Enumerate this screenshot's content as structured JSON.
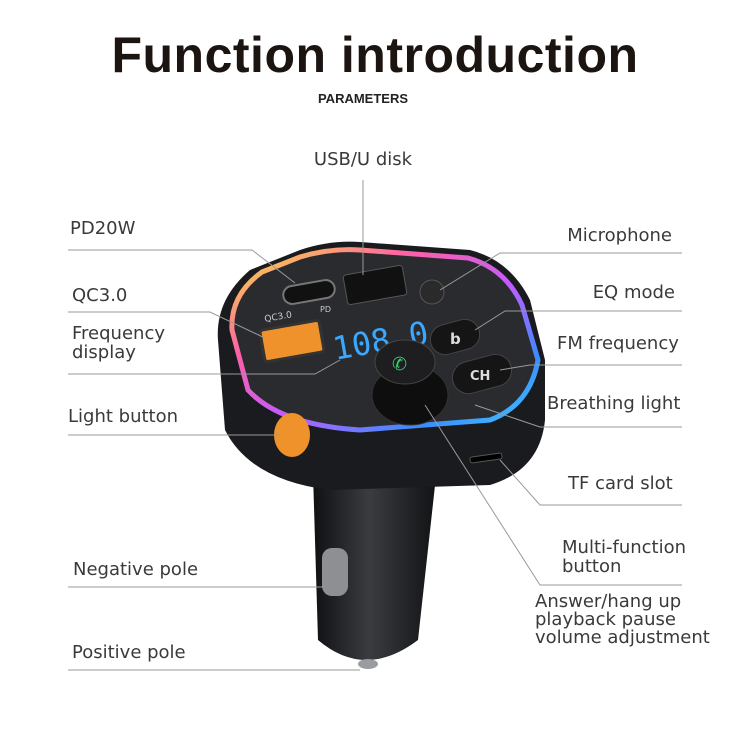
{
  "title": "Function introduction",
  "subtitle": "PARAMETERS",
  "callouts": {
    "usb": "USB/U disk",
    "pd": "PD20W",
    "microphone": "Microphone",
    "qc": "QC3.0",
    "eq": "EQ mode",
    "freq_display": [
      "Frequency",
      "display"
    ],
    "fm": "FM frequency",
    "light_button": "Light button",
    "breathing": "Breathing light",
    "tf": "TF card slot",
    "multi": [
      "Multi-function",
      "button"
    ],
    "multi_desc": [
      "Answer/hang up",
      "playback pause",
      "volume adjustment"
    ],
    "negative": "Negative pole",
    "positive": "Positive pole"
  },
  "device": {
    "display_value": "108.0",
    "qc_port_label": "QC3.0",
    "pd_port_label": "PD",
    "eq_button_label": "b",
    "ch_button_label": "CH"
  },
  "colors": {
    "body": "#1e1f22",
    "display": "#3aa8ff",
    "accent": "#f0922b",
    "knob_icon": "#2fd36b"
  }
}
